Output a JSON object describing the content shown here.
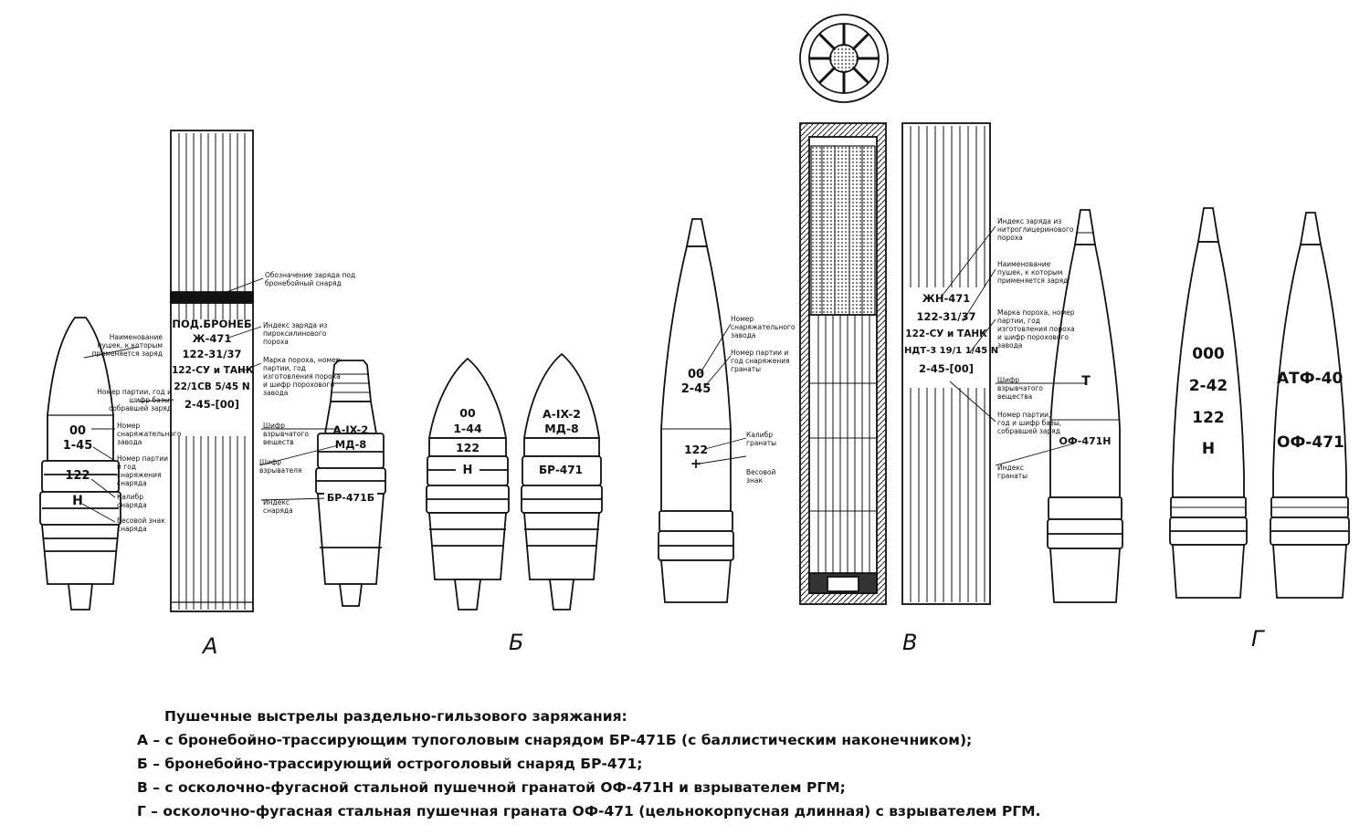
{
  "groups": {
    "a": "А",
    "b": "Б",
    "v": "В",
    "g": "Г"
  },
  "group_a": {
    "shell_marks": [
      "00",
      "1-45",
      "122",
      "Н"
    ],
    "case_marks": [
      "ПОД.БРОНЕБ",
      "Ж-471",
      "122-31/37",
      "122-СУ и ТАНК",
      "22/1СВ 5/45 N",
      "2-45-[00]"
    ],
    "fuze_shell_marks": [
      "А-IX-2",
      "МД-8",
      "БР-471Б"
    ],
    "labels_left": {
      "gun_name": "Наименование пушек, к которым применяется заряд",
      "batch_year": "Номер партии, год и шифр базы, собравшей заряд",
      "plant_no": "Номер снаряжательного завода",
      "batch_fill": "Номер партии и год снаряжения снаряда",
      "caliber": "Калибр снаряда",
      "weight": "Весовой знак снаряда"
    },
    "labels_right": {
      "charge_mark": "Обозначение заряда под бронебойный снаряд",
      "charge_index": "Индекс заряда из пироксилинового пороха",
      "powder": "Марка пороха, номер партии, год изготовления пороха и шифр порохового завода",
      "explosive": "Шифр взрывчатого веществ",
      "fuze": "Шифр взрывателя",
      "shell_index": "Индекс снаряда"
    }
  },
  "group_b": {
    "shell1_marks": [
      "00",
      "1-44",
      "122",
      "Н"
    ],
    "shell2_marks": [
      "А-IX-2",
      "МД-8",
      "БР-471"
    ]
  },
  "group_v": {
    "shell_marks": [
      "00",
      "2-45",
      "122",
      "+"
    ],
    "case_marks": [
      "ЖН-471",
      "122-31/37",
      "122-СУ и ТАНК",
      "НДТ-3 19/1 1/45 N",
      "2-45-[00]"
    ],
    "grenade_marks": [
      "Т",
      "ОФ-471Н"
    ],
    "labels_mid": {
      "plant_no": "Номер снаряжательного завода",
      "batch_fill": "Номер партии и год снаряжения гранаты",
      "caliber": "Калибр гранаты",
      "weight": "Весовой знак"
    },
    "labels_right": {
      "charge_index": "Индекс заряда из нитроглицеринового пороха",
      "gun_name": "Наименование пушек, к которым применяется заряд",
      "powder": "Марка пороха, номер партии, год изготовления пороха и шифр порохового завода",
      "explosive": "Шифр взрывчатого вещества",
      "batch_year": "Номер партии, год и шифр базы, собравшей заряд",
      "grenade_index": "Индекс гранаты"
    }
  },
  "group_g": {
    "shell1_marks": [
      "000",
      "2-42",
      "122",
      "Н"
    ],
    "shell2_marks": [
      "АТФ-40",
      "ОФ-471"
    ]
  },
  "caption": {
    "title": "Пушечные выстрелы раздельно-гильзового заряжания:",
    "lines": [
      "А – с бронебойно-трассирующим тупоголовым снарядом БР-471Б (с баллистическим наконечником);",
      "Б – бронебойно-трассирующий остроголовый снаряд БР-471;",
      "В – с осколочно-фугасной стальной пушечной гранатой ОФ-471Н и взрывателем РГМ;",
      "Г – осколочно-фугасная стальная пушечная граната ОФ-471 (цельнокорпусная длинная) с взрывателем РГМ."
    ]
  }
}
